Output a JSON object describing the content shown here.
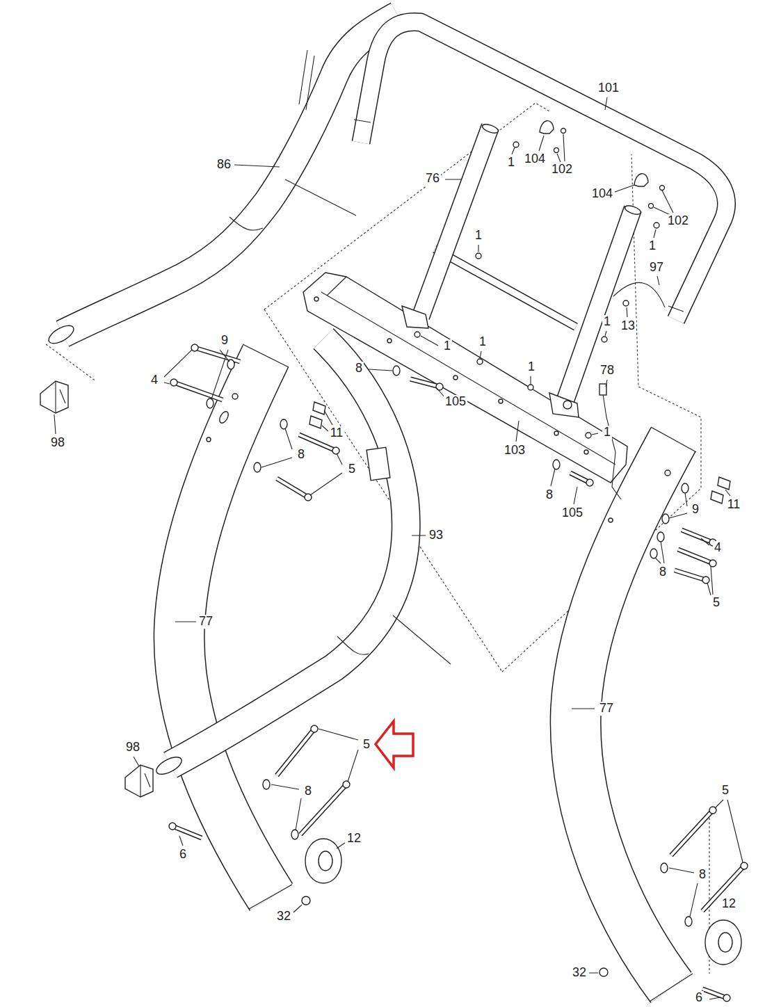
{
  "diagram": {
    "labels": [
      "101",
      "86",
      "76",
      "1",
      "104",
      "102",
      "104",
      "102",
      "1",
      "1",
      "97",
      "13",
      "1",
      "9",
      "1",
      "1",
      "78",
      "8",
      "4",
      "105",
      "1",
      "11",
      "98",
      "103",
      "1",
      "8",
      "5",
      "8",
      "105",
      "11",
      "9",
      "93",
      "4",
      "8",
      "5",
      "77",
      "77",
      "5",
      "98",
      "8",
      "5",
      "12",
      "6",
      "8",
      "12",
      "32",
      "32",
      "6"
    ]
  }
}
